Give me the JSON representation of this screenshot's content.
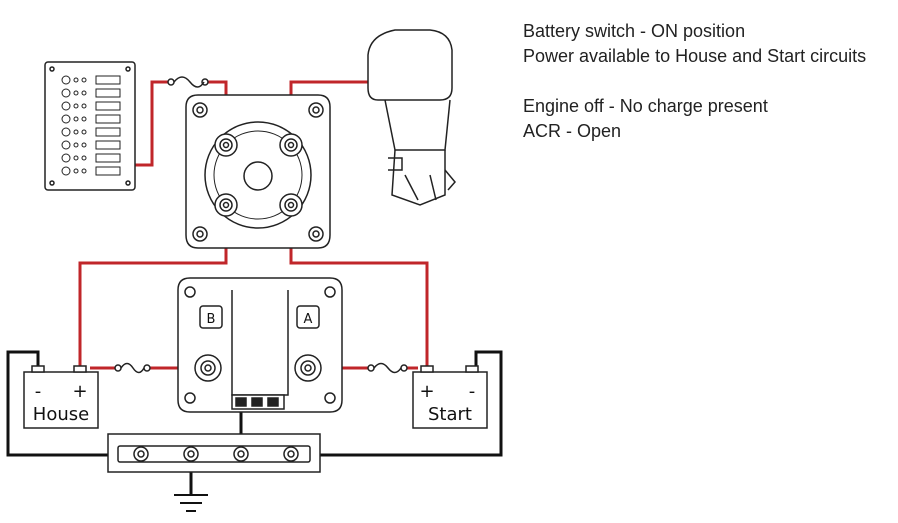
{
  "info_lines": [
    "Battery switch - ON position",
    "Power available to House and Start circuits",
    "Engine off - No charge present",
    "ACR - Open"
  ],
  "batteries": {
    "house": {
      "label": "House",
      "minus": "-",
      "plus": "+"
    },
    "start": {
      "label": "Start",
      "minus": "-",
      "plus": "+"
    }
  },
  "acr": {
    "terminal_b": "B",
    "terminal_a": "A"
  },
  "colors": {
    "positive_wire": "#c0262a",
    "negative_wire": "#111111",
    "outline": "#222222"
  }
}
